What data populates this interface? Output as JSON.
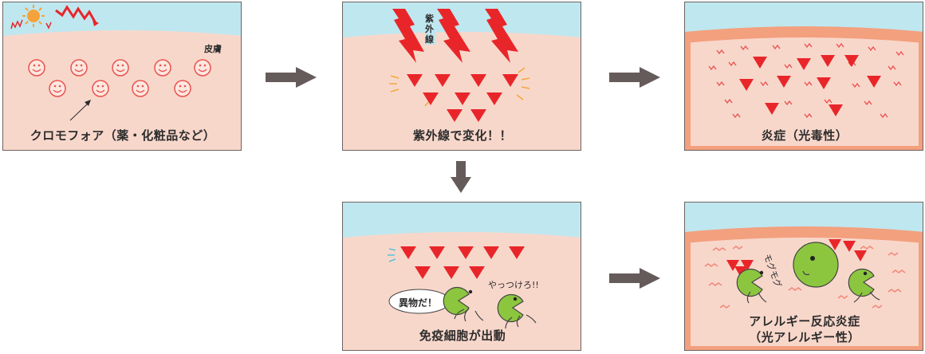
{
  "panels": {
    "p1": {
      "skin_label": "皮膚",
      "caption": "クロモフォア（薬・化粧品など）"
    },
    "p2": {
      "uv_label": "紫外線",
      "caption": "紫外線で変化！！"
    },
    "p3": {
      "caption": "炎症（光毒性）"
    },
    "p4": {
      "speech_bubble": "異物だ！",
      "shout": "やっつけろ!!",
      "caption": "免疫細胞が出動"
    },
    "p5": {
      "munch": "モグモグ",
      "caption_line1": "アレルギー反応炎症",
      "caption_line2": "（光アレルギー性）"
    }
  },
  "colors": {
    "sky": "#bfe7ef",
    "skin": "#f8d7cb",
    "skin_inflamed": "#f3a07e",
    "arrow": "#665b5b",
    "red": "#e8262a",
    "smiley": "#e9534f",
    "cell_green": "#8cc63f"
  }
}
